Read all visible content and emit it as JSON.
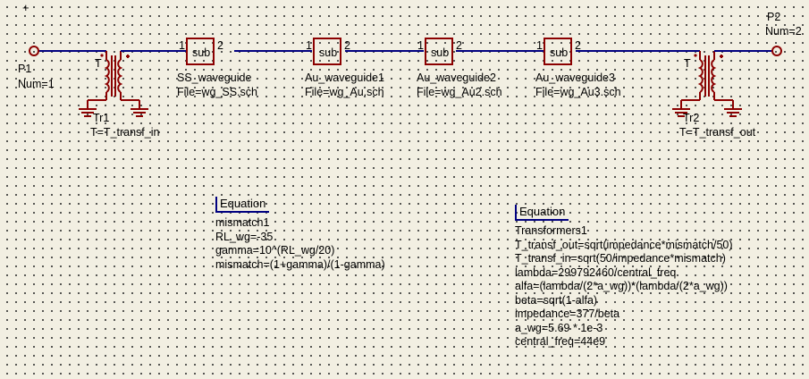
{
  "marker": "+",
  "ports": [
    {
      "name": "P1",
      "num": "Num=1"
    },
    {
      "name": "P2",
      "num": "Num=2"
    }
  ],
  "transformers": [
    {
      "name": "Tr1",
      "param": "T=T_transf_in",
      "symbol": "T"
    },
    {
      "name": "Tr2",
      "param": "T=T_transf_out",
      "symbol": "T"
    }
  ],
  "subcircuits": [
    {
      "label": "sub",
      "pin1": "1",
      "pin2": "2",
      "name": "SS_waveguide",
      "file": "File=wg_SS.sch"
    },
    {
      "label": "sub",
      "pin1": "1",
      "pin2": "2",
      "name": "Au_waveguide1",
      "file": "File=wg_Au.sch"
    },
    {
      "label": "sub",
      "pin1": "1",
      "pin2": "2",
      "name": "Au_waveguide2",
      "file": "File=wg_Au2.sch"
    },
    {
      "label": "sub",
      "pin1": "1",
      "pin2": "2",
      "name": "Au_waveguide3",
      "file": "File=wg_Au3.sch"
    }
  ],
  "equations": [
    {
      "title": "Equation",
      "lines": [
        "mismatch1",
        "RL_wg=-35",
        "gamma=10^(RL_wg/20)",
        "mismatch=(1+gamma)/(1-gamma)"
      ]
    },
    {
      "title": "Equation",
      "lines": [
        "Transformers1",
        "T_transf_out=sqrt(impedance*mismatch/50)",
        "T_transf_in=sqrt(50/impedance*mismatch)",
        "lambda=299792460/central_freq",
        "alfa=(lambda/(2*a_wg))*(lambda/(2*a_wg))",
        "beta=sqrt(1-alfa)",
        "impedance=377/beta",
        "a_wg=5.69 * 1e-3",
        "central_freq=44e9"
      ]
    }
  ],
  "colors": {
    "background": "#f2efe2",
    "wire": "#000080",
    "component": "#8b0000",
    "text": "#000000"
  }
}
